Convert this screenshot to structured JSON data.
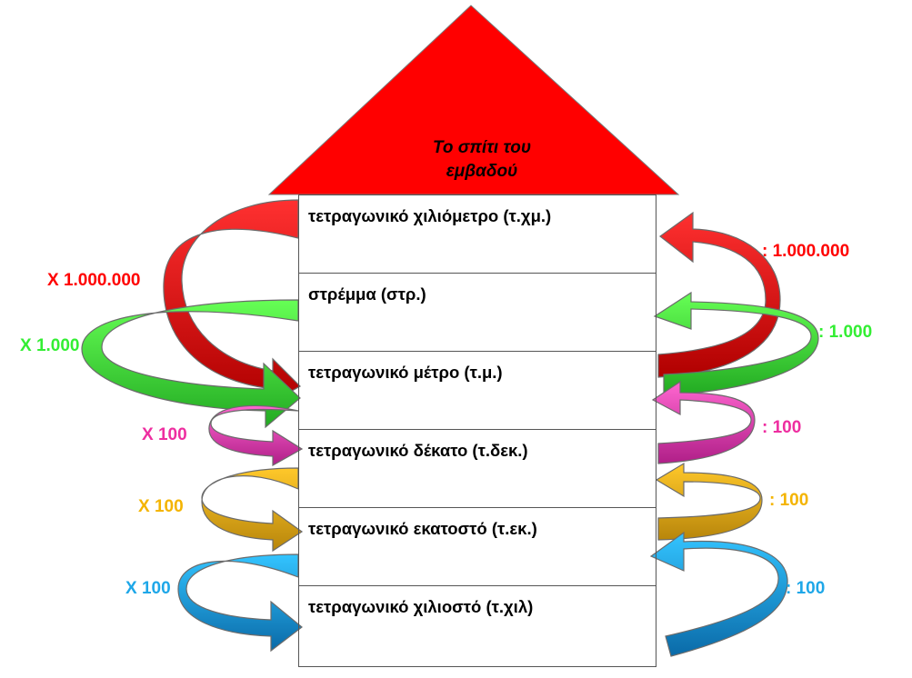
{
  "roof": {
    "title_line1": "Το σπίτι  του",
    "title_line2": "εμβαδού",
    "color": "#ff0000"
  },
  "units": [
    {
      "label": "τετραγωνικό χιλιόμετρο  (τ.χμ.)"
    },
    {
      "label": "στρέμμα  (στρ.)"
    },
    {
      "label": "τετραγωνικό μέτρο  (τ.μ.)"
    },
    {
      "label": "τετραγωνικό  δέκατο  (τ.δεκ.)"
    },
    {
      "label": "τετραγωνικό  εκατοστό  (τ.εκ.)"
    },
    {
      "label": "τετραγωνικό χιλιοστό  (τ.χιλ)"
    }
  ],
  "conversions": {
    "left": [
      {
        "text": "X   1.000.000",
        "color": "#ff0000"
      },
      {
        "text": "X 1.000",
        "color": "#33ee33"
      },
      {
        "text": "X  100",
        "color": "#ee2ea0"
      },
      {
        "text": "X 100",
        "color": "#f4b400"
      },
      {
        "text": "X 100",
        "color": "#1ea7e8"
      }
    ],
    "right": [
      {
        "text": ":  1.000.000",
        "color": "#ff0000"
      },
      {
        "text": ":  1.000",
        "color": "#33ee33"
      },
      {
        "text": ": 100",
        "color": "#ee2ea0"
      },
      {
        "text": ": 100",
        "color": "#f4b400"
      },
      {
        "text": ": 100",
        "color": "#1ea7e8"
      }
    ]
  },
  "arrow_colors": {
    "red": [
      "#ff2a2a",
      "#a80000"
    ],
    "green": [
      "#55ff44",
      "#1c9c1c"
    ],
    "pink": [
      "#ff55cc",
      "#b01f88"
    ],
    "gold": [
      "#ffc21a",
      "#b8860b"
    ],
    "blue": [
      "#22bbff",
      "#0a6aa8"
    ]
  }
}
